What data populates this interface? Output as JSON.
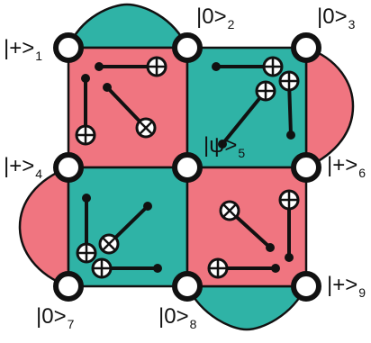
{
  "qubit_labels": {
    "q1": {
      "state": "|+>",
      "index": "1"
    },
    "q2": {
      "state": "|0>",
      "index": "2"
    },
    "q3": {
      "state": "|0>",
      "index": "3"
    },
    "q4": {
      "state": "|+>",
      "index": "4"
    },
    "q5": {
      "state": "|ψ>",
      "index": "5"
    },
    "q6": {
      "state": "|+>",
      "index": "6"
    },
    "q7": {
      "state": "|0>",
      "index": "7"
    },
    "q8": {
      "state": "|0>",
      "index": "8"
    },
    "q9": {
      "state": "|+>",
      "index": "9"
    }
  },
  "colors": {
    "red_plaquette": "#f07580",
    "teal_plaquette": "#2fb3a6",
    "line": "#111111",
    "node_fill": "#ffffff"
  }
}
